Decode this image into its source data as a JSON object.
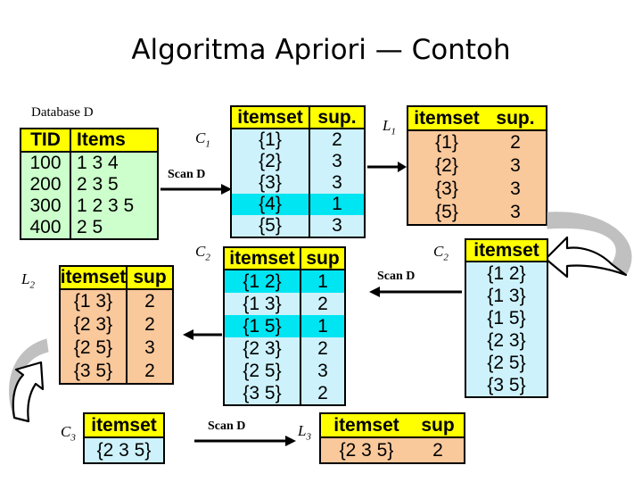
{
  "slide": {
    "title": "Algoritma Apriori — Contoh"
  },
  "database": {
    "caption": "Database D",
    "headers": [
      "TID",
      "Items"
    ],
    "rows": [
      {
        "tid": "100",
        "items": "1 3 4"
      },
      {
        "tid": "200",
        "items": "2 3 5"
      },
      {
        "tid": "300",
        "items": "1 2 3 5"
      },
      {
        "tid": "400",
        "items": "2 5"
      }
    ]
  },
  "c1": {
    "label": "C",
    "sub": "1",
    "headers": [
      "itemset",
      "sup."
    ],
    "rows": [
      {
        "itemset": "{1}",
        "sup": "2",
        "pruned": false
      },
      {
        "itemset": "{2}",
        "sup": "3",
        "pruned": false
      },
      {
        "itemset": "{3}",
        "sup": "3",
        "pruned": false
      },
      {
        "itemset": "{4}",
        "sup": "1",
        "pruned": true
      },
      {
        "itemset": "{5}",
        "sup": "3",
        "pruned": false
      }
    ]
  },
  "l1": {
    "label": "L",
    "sub": "1",
    "headers": [
      "itemset",
      "sup."
    ],
    "rows": [
      {
        "itemset": "{1}",
        "sup": "2"
      },
      {
        "itemset": "{2}",
        "sup": "3"
      },
      {
        "itemset": "{3}",
        "sup": "3"
      },
      {
        "itemset": "{5}",
        "sup": "3"
      }
    ]
  },
  "c2": {
    "label": "C",
    "sub": "2",
    "headers": [
      "itemset",
      "sup"
    ],
    "rows": [
      {
        "itemset": "{1 2}",
        "sup": "1",
        "pruned": true
      },
      {
        "itemset": "{1 3}",
        "sup": "2",
        "pruned": false
      },
      {
        "itemset": "{1 5}",
        "sup": "1",
        "pruned": true
      },
      {
        "itemset": "{2 3}",
        "sup": "2",
        "pruned": false
      },
      {
        "itemset": "{2 5}",
        "sup": "3",
        "pruned": false
      },
      {
        "itemset": "{3 5}",
        "sup": "2",
        "pruned": false
      }
    ]
  },
  "c2_candidates": {
    "label": "C",
    "sub": "2",
    "headers": [
      "itemset"
    ],
    "rows": [
      {
        "itemset": "{1 2}"
      },
      {
        "itemset": "{1 3}"
      },
      {
        "itemset": "{1 5}"
      },
      {
        "itemset": "{2 3}"
      },
      {
        "itemset": "{2 5}"
      },
      {
        "itemset": "{3 5}"
      }
    ]
  },
  "l2": {
    "label": "L",
    "sub": "2",
    "headers": [
      "itemset",
      "sup"
    ],
    "rows": [
      {
        "itemset": "{1 3}",
        "sup": "2"
      },
      {
        "itemset": "{2 3}",
        "sup": "2"
      },
      {
        "itemset": "{2 5}",
        "sup": "3"
      },
      {
        "itemset": "{3 5}",
        "sup": "2"
      }
    ]
  },
  "c3": {
    "label": "C",
    "sub": "3",
    "headers": [
      "itemset"
    ],
    "rows": [
      {
        "itemset": "{2 3 5}"
      }
    ]
  },
  "l3": {
    "label": "L",
    "sub": "3",
    "headers": [
      "itemset",
      "sup"
    ],
    "rows": [
      {
        "itemset": "{2 3 5}",
        "sup": "2"
      }
    ]
  },
  "scans": {
    "scan1": "Scan D",
    "scan2": "Scan D",
    "scan3": "Scan D"
  },
  "colors": {
    "header_yellow": "#ffff00",
    "database_green": "#ccffcc",
    "candidate_cyan": "#cdf2fb",
    "pruned_cyan": "#00e5f2",
    "large_orange": "#f9c89b",
    "gray_arrow": "#c0c0c0"
  }
}
